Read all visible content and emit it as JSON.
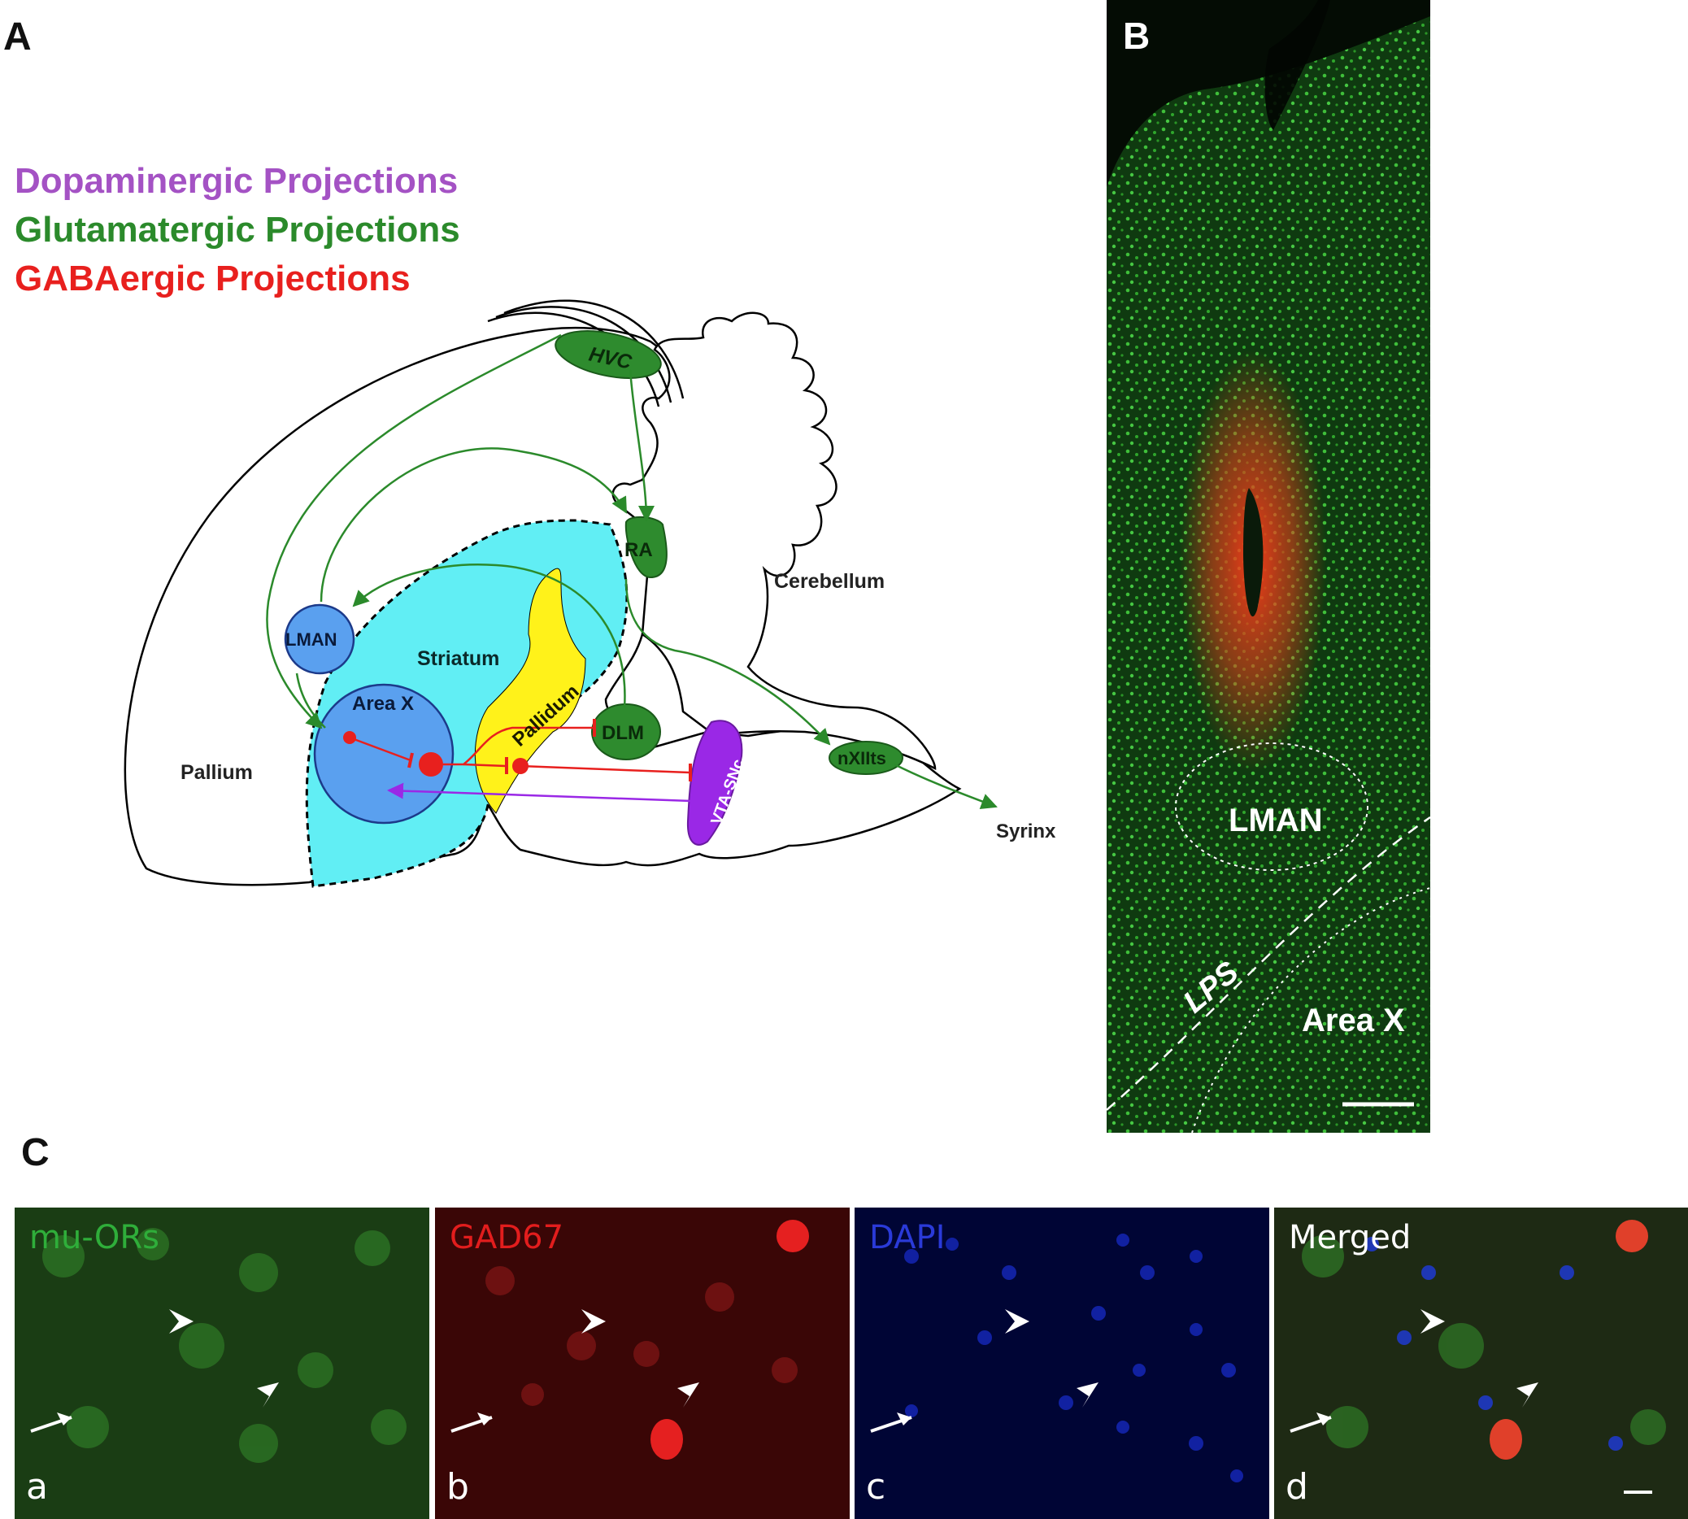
{
  "panels": {
    "a_letter": "A",
    "b_letter": "B",
    "c_letter": "C"
  },
  "legend": {
    "dopaminergic": "Dopaminergic Projections",
    "glutamatergic": "Glutamatergic Projections",
    "gabaergic": "GABAergic Projections"
  },
  "colors": {
    "dopaminergic": "#a452c4",
    "glutamatergic": "#2b8a2b",
    "gabaergic": "#e8201e",
    "striatum": "#61eef4",
    "pallidum": "#fff21a",
    "nucleus_blue": "#5aa0ef",
    "nucleus_green": "#2e8b2e",
    "vta": "#9a28e6"
  },
  "diagram": {
    "hvc": "HVC",
    "ra": "RA",
    "lman": "LMAN",
    "area_x": "Area X",
    "striatum": "Striatum",
    "pallidum": "Pallidum",
    "dlm": "DLM",
    "vta_snc": "VTA-SNc",
    "nxiits": "nXIIts",
    "syrinx": "Syrinx",
    "cerebellum": "Cerebellum",
    "pallium": "Pallium"
  },
  "panel_b": {
    "lman": "LMAN",
    "lps": "LPS",
    "area_x": "Area X"
  },
  "panel_c": [
    {
      "label": "mu-ORs",
      "letter": "a",
      "color": "#2fae3a"
    },
    {
      "label": "GAD67",
      "letter": "b",
      "color": "#e21d1d"
    },
    {
      "label": "DAPI",
      "letter": "c",
      "color": "#2a3ad8"
    },
    {
      "label": "Merged",
      "letter": "d",
      "color": "#ffffff"
    }
  ]
}
